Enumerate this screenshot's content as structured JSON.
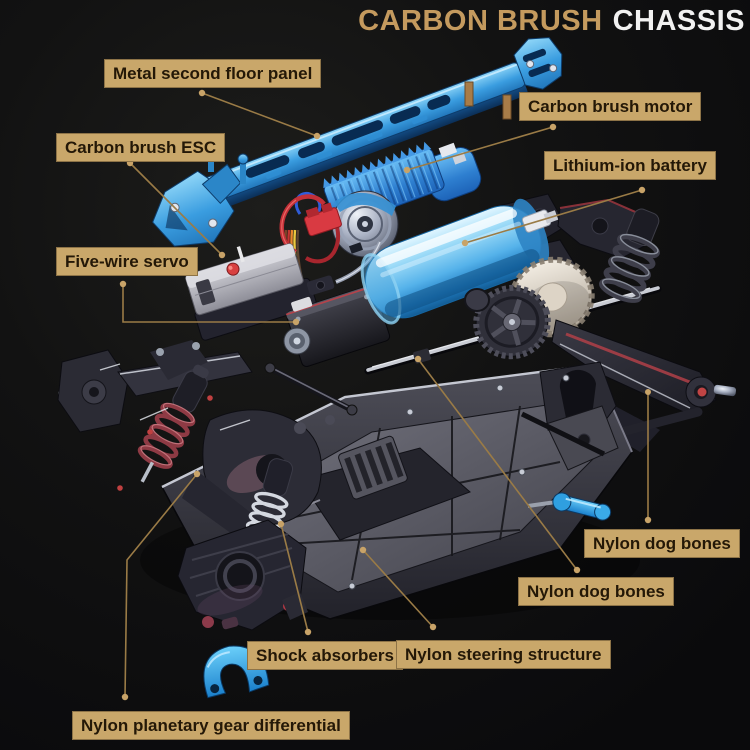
{
  "title": {
    "highlight": "CARBON BRUSH",
    "rest": "CHASSIS"
  },
  "callouts": [
    {
      "id": "metal-second-floor-panel",
      "text": "Metal second floor panel"
    },
    {
      "id": "carbon-brush-esc",
      "text": "Carbon brush ESC"
    },
    {
      "id": "carbon-brush-motor",
      "text": "Carbon brush motor"
    },
    {
      "id": "lithium-ion-battery",
      "text": "Lithium-ion battery"
    },
    {
      "id": "five-wire-servo",
      "text": "Five-wire servo"
    },
    {
      "id": "nylon-dog-bones-upper",
      "text": "Nylon dog bones"
    },
    {
      "id": "nylon-dog-bones-lower",
      "text": "Nylon dog bones"
    },
    {
      "id": "shock-absorbers",
      "text": "Shock absorbers"
    },
    {
      "id": "nylon-steering-structure",
      "text": "Nylon steering structure"
    },
    {
      "id": "nylon-planetary-gear-differential",
      "text": "Nylon planetary gear differential"
    }
  ],
  "colors": {
    "background": "#0e0e0f",
    "title_accent": "#c49a5e",
    "title_secondary": "#f1f1f1",
    "label_background": "#c9a76a",
    "label_text": "#241807",
    "callout_line": "#9a7b46",
    "callout_dot": "#c8a368",
    "part_blue": "#3da0e6",
    "battery_blue": "#7ecdf4",
    "metal_gray": "#c8ccd6",
    "accent_red": "#b04048"
  },
  "illustration": {
    "description": "Exploded-view render of an RC car carbon brush chassis",
    "parts": [
      "metal second floor panel",
      "carbon brush motor with blue heatsink",
      "carbon brush ESC",
      "five-wire servo",
      "lithium-ion battery",
      "gear set",
      "central drive shaft",
      "main chassis tub",
      "front suspension assembly",
      "rear suspension assembly",
      "shock absorbers",
      "nylon planetary gear differential",
      "nylon dog bones",
      "nylon steering structure"
    ]
  }
}
